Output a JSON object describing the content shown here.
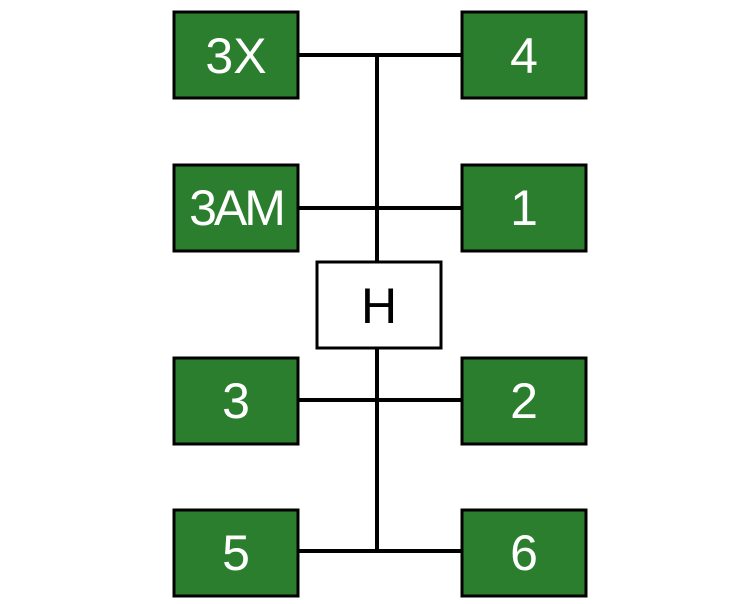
{
  "colors": {
    "node_fill": "#2a7e2e",
    "node_text": "#ffffff",
    "hub_fill": "#ffffff",
    "hub_text": "#000000",
    "line": "#000000"
  },
  "diagram": {
    "hub": {
      "label": "H"
    },
    "nodes": {
      "top_left": "3X",
      "top_right": "4",
      "upper_left": "3AM",
      "upper_right": "1",
      "lower_left": "3",
      "lower_right": "2",
      "bottom_left": "5",
      "bottom_right": "6"
    }
  }
}
